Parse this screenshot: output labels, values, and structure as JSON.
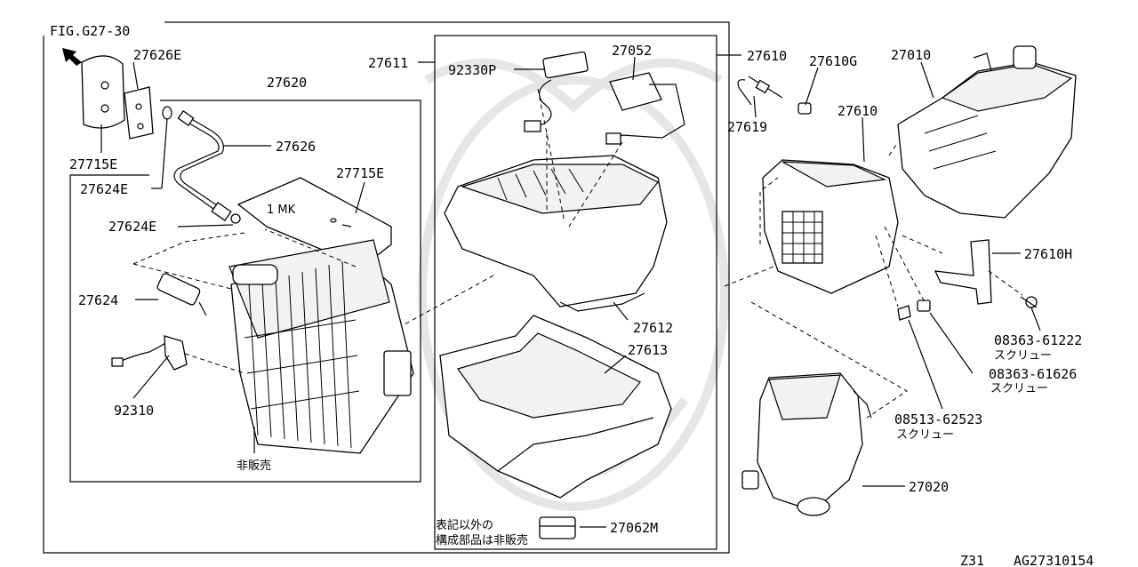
{
  "figure": "FIG.G27-30",
  "footer": {
    "model": "Z31",
    "code": "AG27310154"
  },
  "labels": {
    "p27715E_a": "27715E",
    "p27626E": "27626E",
    "p27620": "27620",
    "p27626": "27626",
    "p27715E_b": "27715E",
    "p27624E_a": "27624E",
    "p27624E_b": "27624E",
    "p27624": "27624",
    "p92310": "92310",
    "p27611": "27611",
    "p92330P": "92330P",
    "p27052": "27052",
    "p27612": "27612",
    "p27613": "27613",
    "p27062M": "27062M",
    "p27610_a": "27610",
    "p27610G": "27610G",
    "p27010": "27010",
    "p27619": "27619",
    "p27610_b": "27610",
    "p27610H": "27610H",
    "p08363_61222": "08363-61222",
    "p08363_61626": "08363-61626",
    "p08513_62523": "08513-62523",
    "p27020": "27020"
  },
  "japanese": {
    "not_sold": "非販売",
    "screw_a": "スクリュー",
    "screw_b": "スクリュー",
    "screw_c": "スクリュー",
    "note_line1": "表記以外の",
    "note_line2": "構成部品は非販売"
  }
}
